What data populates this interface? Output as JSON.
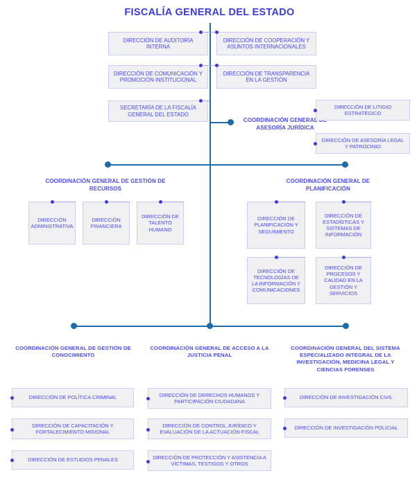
{
  "title": "FISCALÍA GENERAL DEL ESTADO",
  "colors": {
    "accent_text": "#4a4ae6",
    "title": "#3b3bdd",
    "connector": "#1b6ca8",
    "box_fill": "#f0f0f2",
    "box_border": "#cdcdf3",
    "dot": "#3b3bdd"
  },
  "top_left_boxes": [
    {
      "label": "DIRECCIÓN DE AUDITORÍA INTERNA"
    },
    {
      "label": "DIRECCIÓN DE COMUNICACIÓN Y PROMOCIÓN INSTITUCIONAL"
    },
    {
      "label": "SECRETARÍA DE LA FISCALÍA GENERAL DEL ESTADO"
    }
  ],
  "top_right_boxes": [
    {
      "label": "DIRECCIÓN DE COOPERACIÓN Y ASUNTOS INTERNACIONALES"
    },
    {
      "label": "DIRECCIÓN DE TRANSPARENCIA EN LA GESTIÓN"
    }
  ],
  "asesoria": {
    "heading": "COORDINACIÓN GENERAL DE ASESORÍA JURÍDICA",
    "boxes": [
      {
        "label": "DIRECCIÓN DE LITIGIO ESTRATÉGICO"
      },
      {
        "label": "DIRECCIÓN DE ASESORÍA LEGAL Y PATROCINIO"
      }
    ]
  },
  "recursos": {
    "heading": "COORDINACIÓN GENERAL DE GESTIÓN DE RECURSOS",
    "boxes": [
      {
        "label": "DIRECCIÓN ADMINISTRATIVA"
      },
      {
        "label": "DIRECCIÓN FINANCIERA"
      },
      {
        "label": "DIRECCIÓN DE TALENTO HUMANO"
      }
    ]
  },
  "planificacion": {
    "heading": "COORDINACIÓN GENERAL DE PLANIFICACIÓN",
    "boxes_row1": [
      {
        "label": "DIRECCIÓN DE PLANIFICACIÓN Y SEGUIMIENTO"
      },
      {
        "label": "DIRECCIÓN DE ESTADÍSTICAS Y SISTEMAS DE INFORMACIÓN"
      }
    ],
    "boxes_row2": [
      {
        "label": "DIRECCIÓN DE TECNOLOGÍAS DE LA INFORMACIÓN Y COMUNICACIONES"
      },
      {
        "label": "DIRECCIÓN DE PROCESOS Y CALIDAD EN LA GESTIÓN Y SERVICIOS"
      }
    ]
  },
  "conocimiento": {
    "heading": "COORDINACIÓN GENERAL DE GESTIÓN DE CONOCIMIENTO",
    "boxes": [
      {
        "label": "DIRECCIÓN DE POLÍTICA CRIMINAL"
      },
      {
        "label": "DIRECCIÓN DE CAPACITACIÓN Y FORTALECIMIENTO MISIONAL"
      },
      {
        "label": "DIRECCIÓN DE ESTUDIOS PENALES"
      }
    ]
  },
  "justicia": {
    "heading": "COORDINACIÓN GENERAL DE ACCESO A LA JUSTICIA PENAL",
    "boxes": [
      {
        "label": "DIRECCIÓN DE DERECHOS HUMANOS Y PARTICIPACIÓN CIUDADANA"
      },
      {
        "label": "DIRECCIÓN DE CONTROL JURÍDICO Y EVALUACIÓN DE LA ACTUACIÓN FISCAL"
      },
      {
        "label": "DIRECCIÓN DE PROTECCIÓN Y ASISTENCIA A VÍCTIMAS, TESTIGOS Y OTROS"
      }
    ]
  },
  "forenses": {
    "heading": "COORDINACIÓN GENERAL DEL SISTEMA ESPECIALIZADO INTEGRAL DE LA INVESTIGACIÓN, MEDICINA LEGAL Y CIENCIAS FORENSES",
    "boxes": [
      {
        "label": "DIRECCIÓN DE INVESTIGACIÓN CIVIL"
      },
      {
        "label": "DIRECCIÓN DE INVESTIGACIÓN POLICIAL"
      }
    ]
  }
}
